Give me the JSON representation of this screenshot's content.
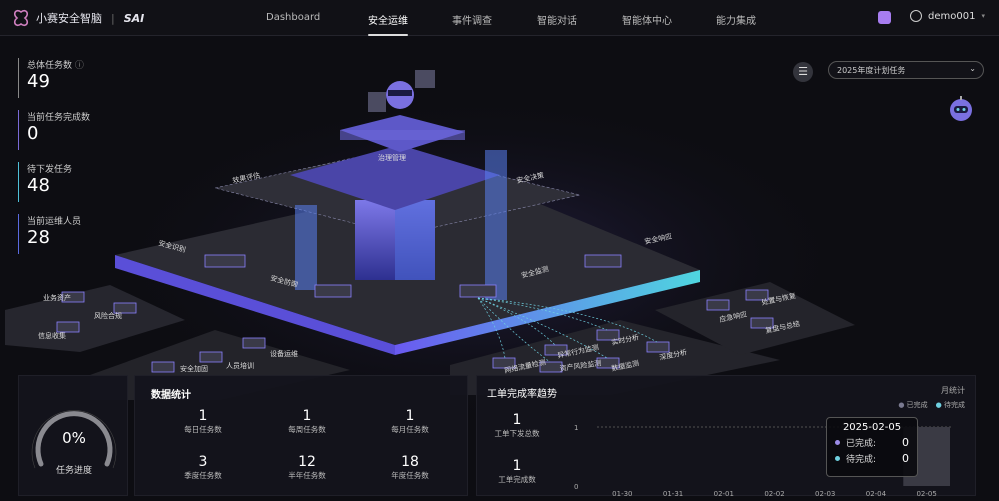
{
  "header": {
    "brand": "小赛安全智脑",
    "brand_short": "SAI",
    "nav": [
      "Dashboard",
      "安全运维",
      "事件调查",
      "智能对话",
      "智能体中心",
      "能力集成"
    ],
    "active_nav": 1,
    "user": "demo001"
  },
  "stats": [
    {
      "label": "总体任务数",
      "value": "49"
    },
    {
      "label": "当前任务完成数",
      "value": "0"
    },
    {
      "label": "待下发任务",
      "value": "48"
    },
    {
      "label": "当前运维人员",
      "value": "28"
    }
  ],
  "plan_select": {
    "value": "2025年度计划任务"
  },
  "scene_labels": {
    "top": "治理管理",
    "eval": "效果评估",
    "decision": "安全决策",
    "identify": "安全识别",
    "defend": "安全防御",
    "monitor": "安全监测",
    "respond": "安全响应",
    "left": [
      "业务资产",
      "风险合规",
      "信息收集"
    ],
    "mid": [
      "设备运维",
      "人员培训",
      "安全加固"
    ],
    "right": [
      "网络流量检测",
      "异常行为监测",
      "实时分析",
      "深度分析",
      "数据监测",
      "资产风险监测"
    ],
    "far": [
      "应急响应",
      "处置与恢复",
      "复盘与总结"
    ]
  },
  "gauge": {
    "value": "0%",
    "label": "任务进度",
    "percent": 0
  },
  "data_stats": {
    "title": "数据统计",
    "cells": [
      {
        "n": "1",
        "t": "每日任务数"
      },
      {
        "n": "1",
        "t": "每周任务数"
      },
      {
        "n": "1",
        "t": "每月任务数"
      },
      {
        "n": "3",
        "t": "季度任务数"
      },
      {
        "n": "12",
        "t": "半年任务数"
      },
      {
        "n": "18",
        "t": "年度任务数"
      }
    ]
  },
  "trend": {
    "title": "工单完成率趋势",
    "period": "月统计",
    "total_label": "工单下发总数",
    "total": "1",
    "done_label": "工单完成数",
    "done": "1",
    "legend": [
      "已完成",
      "待完成"
    ],
    "y_ticks": [
      "1",
      "0"
    ],
    "x": [
      "01-30",
      "01-31",
      "02-01",
      "02-02",
      "02-03",
      "02-04",
      "02-05"
    ],
    "tooltip": {
      "date": "2025-02-05",
      "done_label": "已完成:",
      "done": "0",
      "pending_label": "待完成:",
      "pending": "0"
    }
  },
  "colors": {
    "done": "#9c8ce8",
    "pending": "#6fd0e0",
    "accent": "#6a5af0"
  }
}
